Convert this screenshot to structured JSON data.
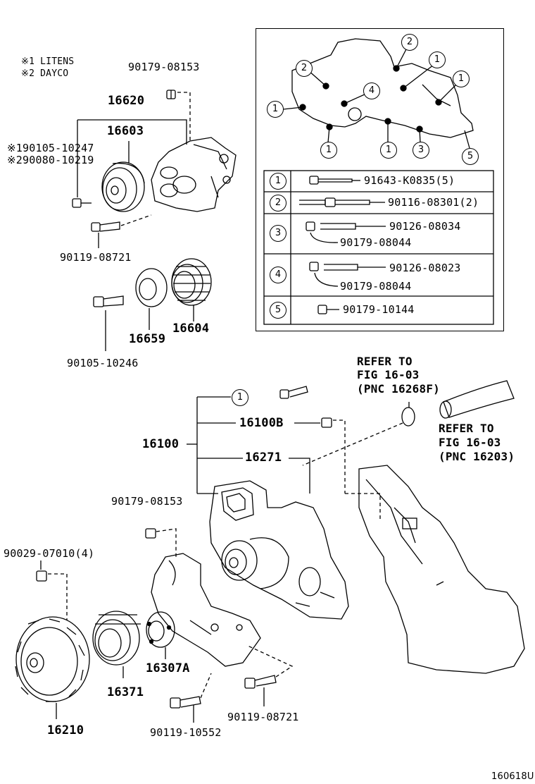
{
  "legend": {
    "note1": "※1 LITENS",
    "note2": "※2 DAYCO"
  },
  "top_parts": {
    "p90179_08153_top": "90179-08153",
    "p16620": "16620",
    "p16603": "16603",
    "p90105_10247": "※190105-10247",
    "p90080_10219": "※290080-10219",
    "p90119_08721_top": "90119-08721",
    "p90105_10246": "90105-10246",
    "p16659": "16659",
    "p16604": "16604"
  },
  "inset": {
    "markers": [
      "1",
      "2",
      "3",
      "4",
      "5"
    ],
    "table": [
      {
        "num": "1",
        "parts": [
          "91643-K0835(5)"
        ]
      },
      {
        "num": "2",
        "parts": [
          "90116-08301(2)"
        ]
      },
      {
        "num": "3",
        "parts": [
          "90126-08034",
          "90179-08044"
        ]
      },
      {
        "num": "4",
        "parts": [
          "90126-08023",
          "90179-08044"
        ]
      },
      {
        "num": "5",
        "parts": [
          "90179-10144"
        ]
      }
    ]
  },
  "refs": {
    "ref1_line1": "REFER TO",
    "ref1_line2": "FIG 16-03",
    "ref1_line3": "(PNC 16268F)",
    "ref2_line1": "REFER TO",
    "ref2_line2": "FIG 16-03",
    "ref2_line3": "(PNC 16203)"
  },
  "bottom_parts": {
    "p16100": "16100",
    "p16100B": "16100B",
    "p16271": "16271",
    "p90179_08153_bot": "90179-08153",
    "p90029_07010": "90029-07010(4)",
    "p16307A": "16307A",
    "p16371": "16371",
    "p16210": "16210",
    "p90119_10552": "90119-10552",
    "p90119_08721_bot": "90119-08721",
    "marker1": "1"
  },
  "footer": {
    "code": "160618U"
  }
}
